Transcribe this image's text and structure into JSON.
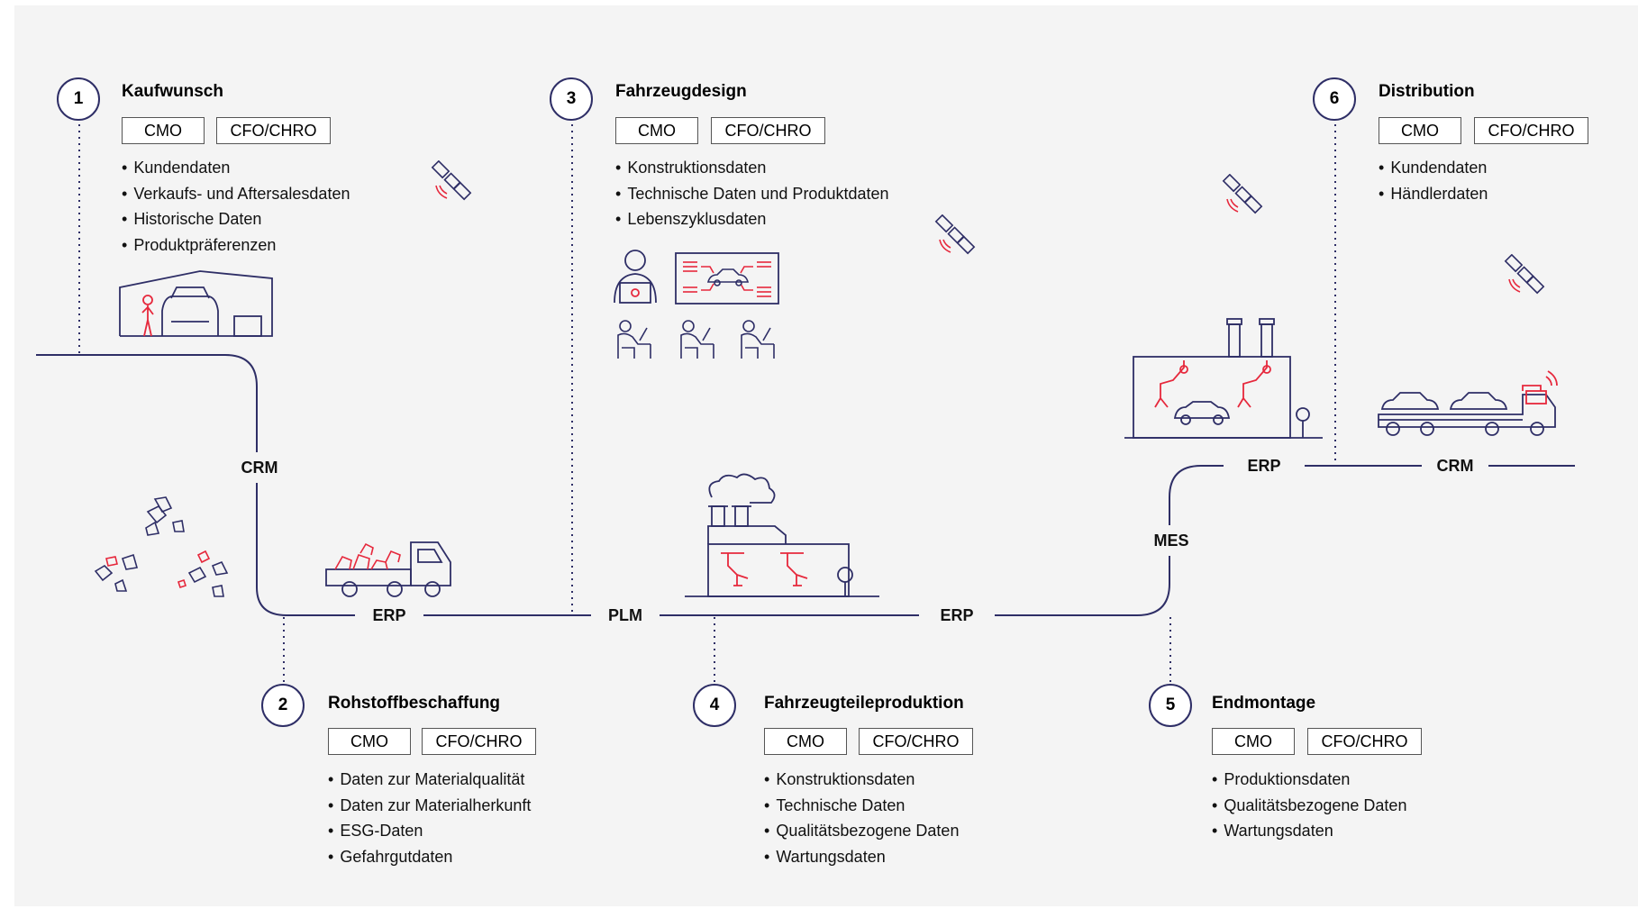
{
  "steps": [
    {
      "number": "1",
      "title": "Kaufwunsch",
      "tags": [
        "CMO",
        "CFO/CHRO"
      ],
      "items": [
        "Kundendaten",
        "Verkaufs- und Aftersalesdaten",
        "Historische Daten",
        "Produktpräferenzen"
      ]
    },
    {
      "number": "2",
      "title": "Rohstoffbeschaffung",
      "tags": [
        "CMO",
        "CFO/CHRO"
      ],
      "items": [
        "Daten zur Materialqualität",
        "Daten zur Materialherkunft",
        "ESG-Daten",
        "Gefahrgutdaten"
      ]
    },
    {
      "number": "3",
      "title": "Fahrzeugdesign",
      "tags": [
        "CMO",
        "CFO/CHRO"
      ],
      "items": [
        "Konstruktionsdaten",
        "Technische Daten und Produktdaten",
        "Lebenszyklusdaten"
      ]
    },
    {
      "number": "4",
      "title": "Fahrzeugteileproduktion",
      "tags": [
        "CMO",
        "CFO/CHRO"
      ],
      "items": [
        "Konstruktionsdaten",
        "Technische Daten",
        "Qualitätsbezogene Daten",
        "Wartungsdaten"
      ]
    },
    {
      "number": "5",
      "title": "Endmontage",
      "tags": [
        "CMO",
        "CFO/CHRO"
      ],
      "items": [
        "Produktionsdaten",
        "Qualitätsbezogene Daten",
        "Wartungsdaten"
      ]
    },
    {
      "number": "6",
      "title": "Distribution",
      "tags": [
        "CMO",
        "CFO/CHRO"
      ],
      "items": [
        "Kundendaten",
        "Händlerdaten"
      ]
    }
  ],
  "systems": {
    "crm_left": "CRM",
    "erp_1": "ERP",
    "plm": "PLM",
    "erp_2": "ERP",
    "mes": "MES",
    "erp_3": "ERP",
    "crm_right": "CRM"
  },
  "colors": {
    "line": "#2e2e66",
    "accent": "#e6283c",
    "panel": "#f4f4f4"
  },
  "icons": [
    "satellite-icon",
    "car-dealership-icon",
    "rock-materials-icon",
    "pickup-truck-icon",
    "designer-icon",
    "car-blueprint-screen-icon",
    "engineer-desk-icon",
    "factory-icon",
    "assembly-plant-icon",
    "car-transporter-icon"
  ]
}
